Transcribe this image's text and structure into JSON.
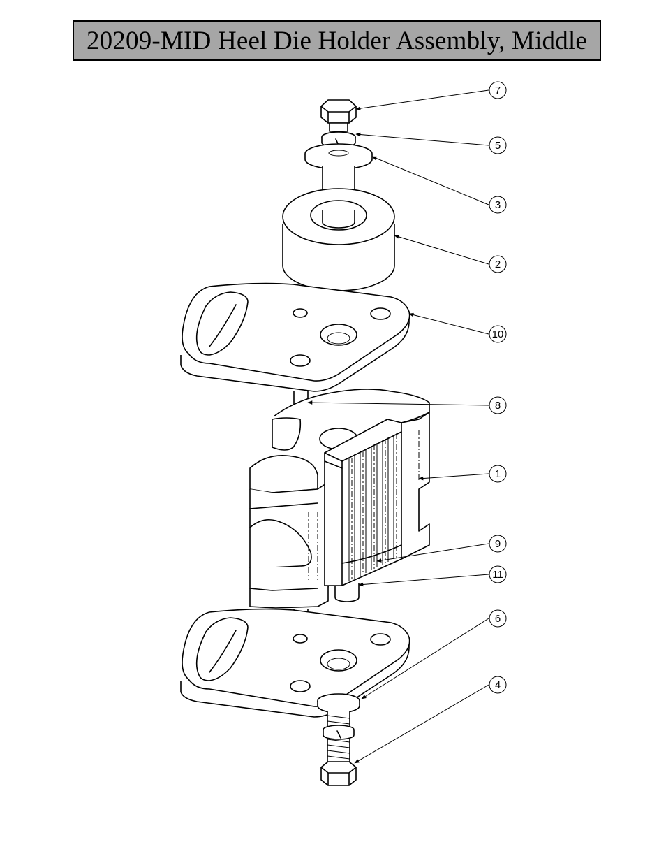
{
  "title": "20209-MID Heel Die Holder Assembly, Middle",
  "callouts": [
    {
      "id": "callout-7",
      "label": "7"
    },
    {
      "id": "callout-5",
      "label": "5"
    },
    {
      "id": "callout-3",
      "label": "3"
    },
    {
      "id": "callout-2",
      "label": "2"
    },
    {
      "id": "callout-10",
      "label": "10"
    },
    {
      "id": "callout-8",
      "label": "8"
    },
    {
      "id": "callout-1",
      "label": "1"
    },
    {
      "id": "callout-9",
      "label": "9"
    },
    {
      "id": "callout-11",
      "label": "11"
    },
    {
      "id": "callout-6",
      "label": "6"
    },
    {
      "id": "callout-4",
      "label": "4"
    }
  ]
}
